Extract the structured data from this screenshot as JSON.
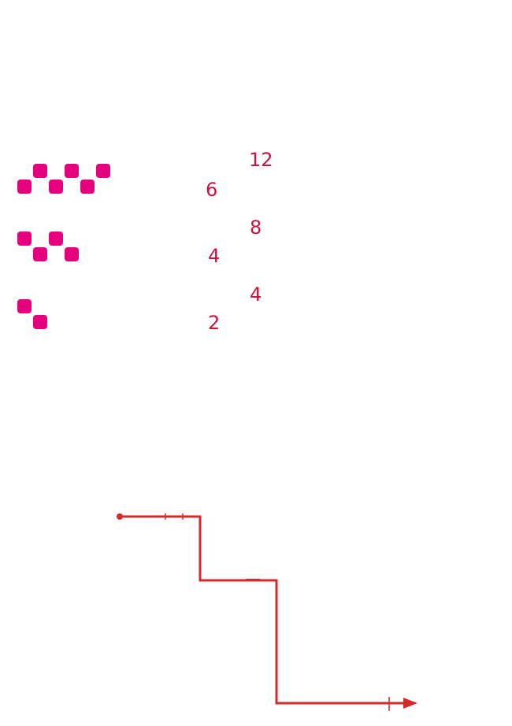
{
  "colors": {
    "square": "#e6007e",
    "number": "#d0113b",
    "path": "#d32a2a"
  },
  "rows": [
    {
      "squares": 6,
      "top_number": "12",
      "bottom_number": "6"
    },
    {
      "squares": 4,
      "top_number": "8",
      "bottom_number": "4"
    },
    {
      "squares": 2,
      "top_number": "4",
      "bottom_number": "2"
    }
  ],
  "path": {
    "start_marker": "dot",
    "end_marker": "arrow"
  }
}
